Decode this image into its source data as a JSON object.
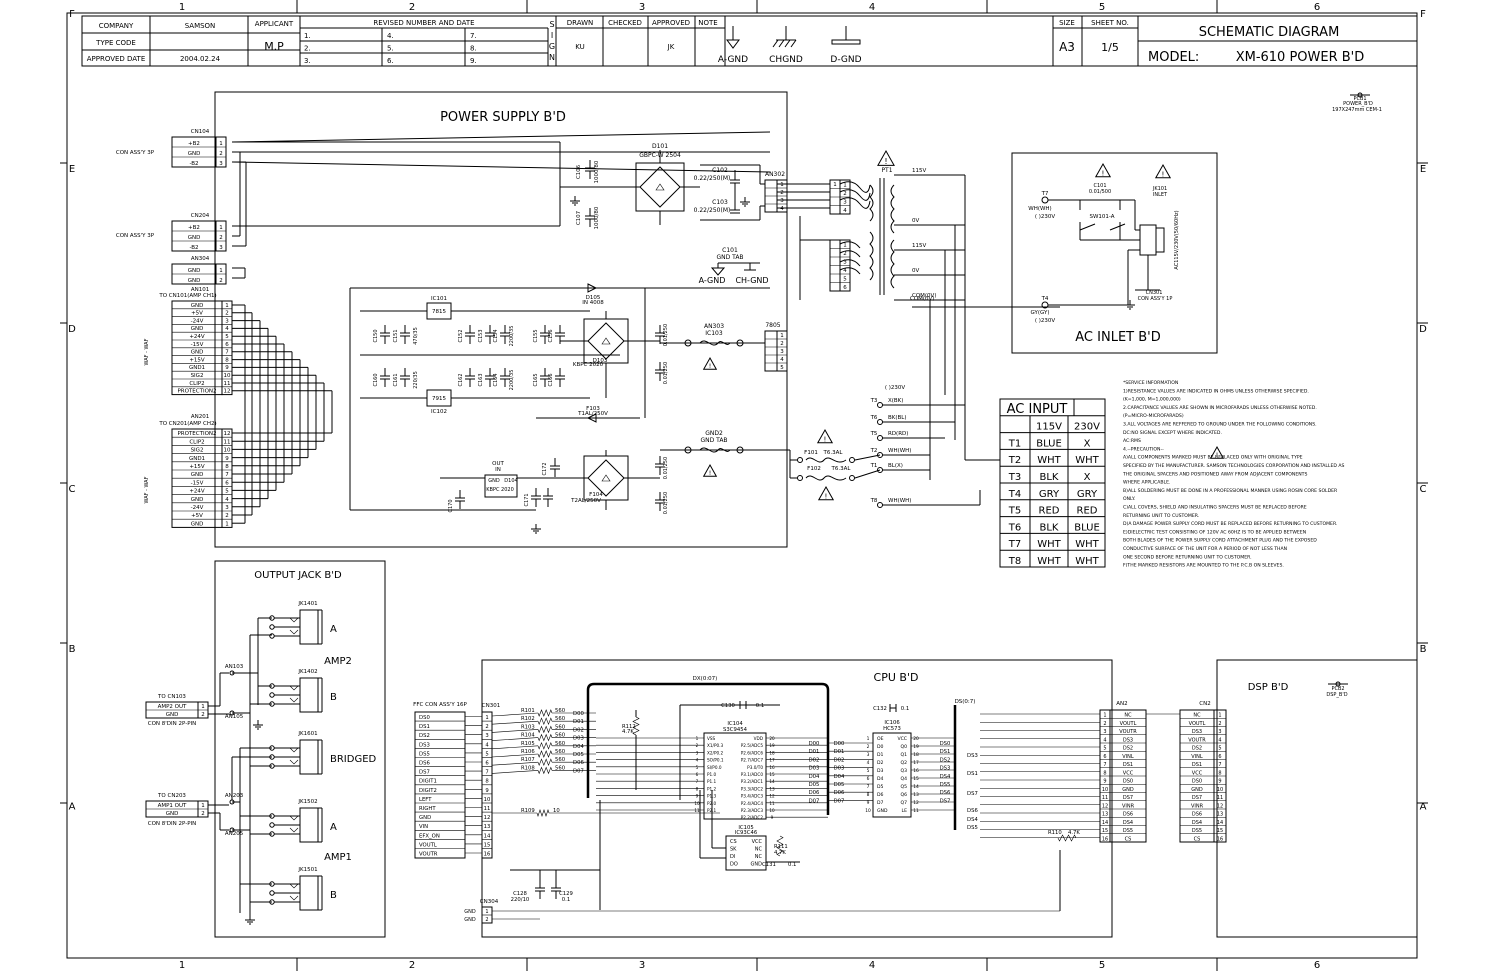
{
  "grid": {
    "cols": [
      "1",
      "2",
      "3",
      "4",
      "5",
      "6"
    ],
    "rows": [
      "F",
      "E",
      "D",
      "C",
      "B",
      "A"
    ]
  },
  "title_block": {
    "company_label": "COMPANY",
    "company": "SAMSON",
    "type_code_label": "TYPE CODE",
    "approved_date_label": "APPROVED DATE",
    "approved_date": "2004.02.24",
    "applicant_label": "APPLICANT",
    "applicant": "M.P",
    "revised_label": "REVISED NUMBER AND DATE",
    "rev_nums": [
      "1.",
      "2.",
      "3.",
      "4.",
      "5.",
      "6.",
      "7.",
      "8.",
      "9."
    ],
    "sign_letters": [
      "S",
      "I",
      "G",
      "N"
    ],
    "drawn_label": "DRAWN",
    "drawn": "KU",
    "checked_label": "CHECKED",
    "approved_label": "APPROVED",
    "approved": "JK",
    "note_label": "NOTE",
    "grounds": [
      "A-GND",
      "CHGND",
      "D-GND"
    ],
    "size_label": "SIZE",
    "size": "A3",
    "sheet_label": "SHEET NO.",
    "sheet": "1/5",
    "title": "SCHEMATIC DIAGRAM",
    "model_label": "MODEL:",
    "model": "XM-610 POWER B'D"
  },
  "boards": {
    "power": "POWER SUPPLY B'D",
    "ac_inlet": "AC INLET B'D",
    "output": "OUTPUT JACK B'D",
    "cpu": "CPU B'D",
    "dsp": "DSP B'D"
  },
  "power": {
    "cn104": {
      "ref": "CN104",
      "note": "CON ASS'Y 3P",
      "pins": [
        "+B2",
        "GND",
        "-B2"
      ]
    },
    "cn204": {
      "ref": "CN204",
      "note": "CON ASS'Y 3P",
      "pins": [
        "+B2",
        "GND",
        "-B2"
      ]
    },
    "an304": {
      "ref": "AN304",
      "pins": [
        "GND",
        "GND"
      ]
    },
    "an101": {
      "ref": "AN101",
      "note": "TO CN101(AMP CH1)",
      "pins": [
        "GND",
        "+5V",
        "-24V",
        "GND",
        "+24V",
        "-15V",
        "GND",
        "+15V",
        "GND1",
        "SIG2",
        "CLIP2",
        "PROTECTION2"
      ]
    },
    "an201": {
      "ref": "AN201",
      "note": "TO CN201(AMP CH2)",
      "pins": [
        "PROTECTION2",
        "CLIP2",
        "SIG2",
        "GND1",
        "+15V",
        "GND",
        "-15V",
        "+24V",
        "GND",
        "-24V",
        "+5V",
        "GND"
      ]
    },
    "labels": [
      "D101",
      "GBPC-W 2504",
      "C102",
      "0.22/250(M)",
      "C103",
      "0.22/250(M)",
      "AN302",
      "D105",
      "IN 4008",
      "IC101",
      "7815",
      "IC102",
      "7915",
      "D103",
      "KBPC 2020",
      "D106",
      "IN 4008",
      "F103",
      "T1AL/250V",
      "AN303",
      "IC103",
      "7805",
      "OUT",
      "IN",
      "GND",
      "D104",
      "KBPC 2020",
      "F104",
      "T2AL/250V",
      "GND2",
      "GND TAB",
      "A-GND",
      "CH-GND",
      "C101",
      "C107",
      "1000/80"
    ],
    "pt1": {
      "ref": "PT1",
      "taps": [
        "115V",
        "0V",
        "115V",
        "0V",
        "COM(0V)"
      ]
    }
  },
  "ac": {
    "labels": [
      "T7",
      "WH(WH)",
      "( )230V",
      "C101",
      "0.01/500",
      "SW101-A",
      "JK101",
      "INLET",
      "AC115V/230V(50/60Hz)",
      "CN301",
      "CON ASS'Y 1P",
      "T4",
      "GY(GY)",
      "( )230V"
    ],
    "wires": [
      "T3",
      "T6",
      "T5",
      "T2",
      "T1",
      "T8"
    ],
    "wire_labels": [
      "X(BK)",
      "BK(BL)",
      "RD(RD)",
      "WH(WH)",
      "BL(X)",
      "WH(WH)"
    ],
    "fuses": [
      "F101",
      "T6.3AL",
      "F102",
      "T6.3AL"
    ],
    "label_230": "( )230V",
    "pcb": [
      "PCB1",
      "POWER_B'D",
      "197X247mm CEM-1"
    ]
  },
  "ac_input": {
    "title": "AC INPUT",
    "headers": [
      "",
      "115V",
      "230V"
    ],
    "rows": [
      [
        "T1",
        "BLUE",
        "X"
      ],
      [
        "T2",
        "WHT",
        "WHT"
      ],
      [
        "T3",
        "BLK",
        "X"
      ],
      [
        "T4",
        "GRY",
        "GRY"
      ],
      [
        "T5",
        "RED",
        "RED"
      ],
      [
        "T6",
        "BLK",
        "BLUE"
      ],
      [
        "T7",
        "WHT",
        "WHT"
      ],
      [
        "T8",
        "WHT",
        "WHT"
      ]
    ]
  },
  "notes": [
    "*SERVICE INFORMATION",
    "1)RESISTANCE VALUES ARE INDICATED IN OHMS UNLESS OTHERWISE SPECIFIED.",
    "   (K=1,000, M=1,000,000)",
    "2.CAPACITANCE VALUES ARE SHOWN IN MICROFARADS UNLESS OTHERWISE NOTED.",
    "   (P=MICRO-MICROFARADS)",
    "3.ALL VOLTAGES ARE REFFERED TO GROUND UNDER THE FOLLOWING CONDITIONS.",
    "   DC:NO SIGNAL EXCEPT WHERE INDICATED.",
    "   AC:RMS",
    "4.--PRECAUTION--",
    "A)ALL COMPONENTS            MARKED MUST BE REPLACED ONLY WITH ORIGINAL TYPE",
    "   SPECIFIED BY THE MANUFACTURER. SAMSON TECHNOLOGIES CORPORATION AND INSTALLED AS",
    "   THE ORIGINAL SPACERS AND POSITIONED AWAY FROM ADJACENT COMPONENTS",
    "   WHERE APPLICABLE.",
    "B)ALL SOLDERING MUST BE DONE IN A PROFESSIONAL MANNER USING ROSIN CORE SOLDER",
    "   ONLY.",
    "C)ALL COVERS, SHIELD AND INSULATING SPACERS MUST BE REPLACED BEFORE",
    "   RETURNING UNIT TO CUSTOMER.",
    "D)A DAMAGE POWER SUPPLY CORD MUST BE REPLACED BEFORE RETURNING              TO CUSTOMER.",
    "E)DIELECTRIC TEST CONSISTING OF 120V AC 60HZ IS TO BE APPLIED BETWEEN",
    "   BOTH BLADES OF THE POWER SUPPLY CORD ATTACHMENT PLUG AND THE EXPOSED",
    "   CONDUCTIVE SURFACE OF THE UNIT FOR A PERIOD OF NOT LESS THAN",
    "   ONE SECOND BEFORE RETURNING UNIT TO CUSTOMER.",
    "F)THE                MARKED RESISTORS ARE MOUNTED TO THE P.C.B ON SLEEVES."
  ],
  "output": {
    "jacks": [
      "JK1401",
      "JK1402",
      "JK1601",
      "JK1502",
      "JK1501"
    ],
    "jack_labels": [
      "A",
      "B",
      "BRIDGED",
      "A",
      "B"
    ],
    "groups": [
      "AMP2",
      "AMP1"
    ],
    "an": [
      "AN103",
      "AN105",
      "AN203",
      "AN205"
    ],
    "cn103": {
      "note": "TO CN103",
      "pins": [
        "AMP2 OUT",
        "GND"
      ],
      "sub": "CON 8'DIN 2P-PIN"
    },
    "cn203": {
      "note": "TO CN203",
      "pins": [
        "AMP1 OUT",
        "GND"
      ],
      "sub": "CON 8'DIN 2P-PIN"
    }
  },
  "cpu": {
    "ffc_label": "FFC CON ASS'Y 16P",
    "ffc": [
      "DS0",
      "DS1",
      "DS2",
      "DS3",
      "DS5",
      "DS6",
      "DS7",
      "DIGIT1",
      "DIGIT2",
      "LEFT",
      "RIGHT",
      "GND",
      "VIN",
      "EFX_ON",
      "VOUTL",
      "VOUTR"
    ],
    "cn301": "CN301",
    "resistors": [
      "R101",
      "R102",
      "R103",
      "R104",
      "R105",
      "R106",
      "R107",
      "R108"
    ],
    "res_value": "560",
    "d_nets": [
      "D00",
      "D01",
      "D02",
      "D03",
      "D04",
      "D05",
      "D06",
      "D07"
    ],
    "labels": [
      "R112",
      "4.7K",
      "DX(0:07)",
      "C130",
      "0.1",
      "IC104",
      "S3C9454",
      "IC105",
      "IC93C46",
      "CS",
      "SK",
      "DI",
      "DO",
      "VCC",
      "NC",
      "GND",
      "R111",
      "4.7K",
      "C131",
      "0.1",
      "R109",
      "10",
      "C132",
      "0.1",
      "IC106",
      "HC573",
      "DS(0:7)",
      "R110",
      "4.7K",
      "C128",
      "220/10",
      "C129",
      "0.1",
      "CN304",
      "GND",
      "GND"
    ],
    "ds_nets": [
      "DS0",
      "DS1",
      "DS2",
      "DS3",
      "DS4",
      "DS5",
      "DS6",
      "DS7"
    ],
    "an2": {
      "ref": "AN2",
      "pins": [
        "NC",
        "VOUTL",
        "VOUTR",
        "DS3",
        "DS2",
        "VINL",
        "DS1",
        "VCC",
        "DS0",
        "GND",
        "DS7",
        "VINR",
        "DS6",
        "DS4",
        "DS5",
        "CS"
      ]
    },
    "cn2": {
      "ref": "CN2",
      "pins": [
        "NC",
        "VOUTL",
        "DS3",
        "VOUTR",
        "DS2",
        "VINL",
        "DS1",
        "VCC",
        "DS0",
        "GND",
        "DS7",
        "VINR",
        "DS6",
        "DS4",
        "DS5",
        "CS"
      ]
    },
    "pcb2": [
      "PCB2",
      "DSP_B'D"
    ]
  }
}
